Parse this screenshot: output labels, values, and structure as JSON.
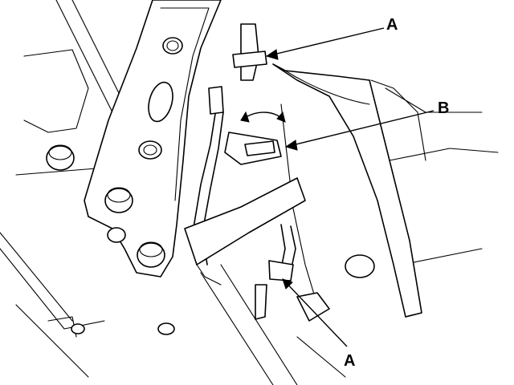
{
  "labels": {
    "callout_a_top": "A",
    "callout_b": "B",
    "callout_a_bottom": "A"
  }
}
